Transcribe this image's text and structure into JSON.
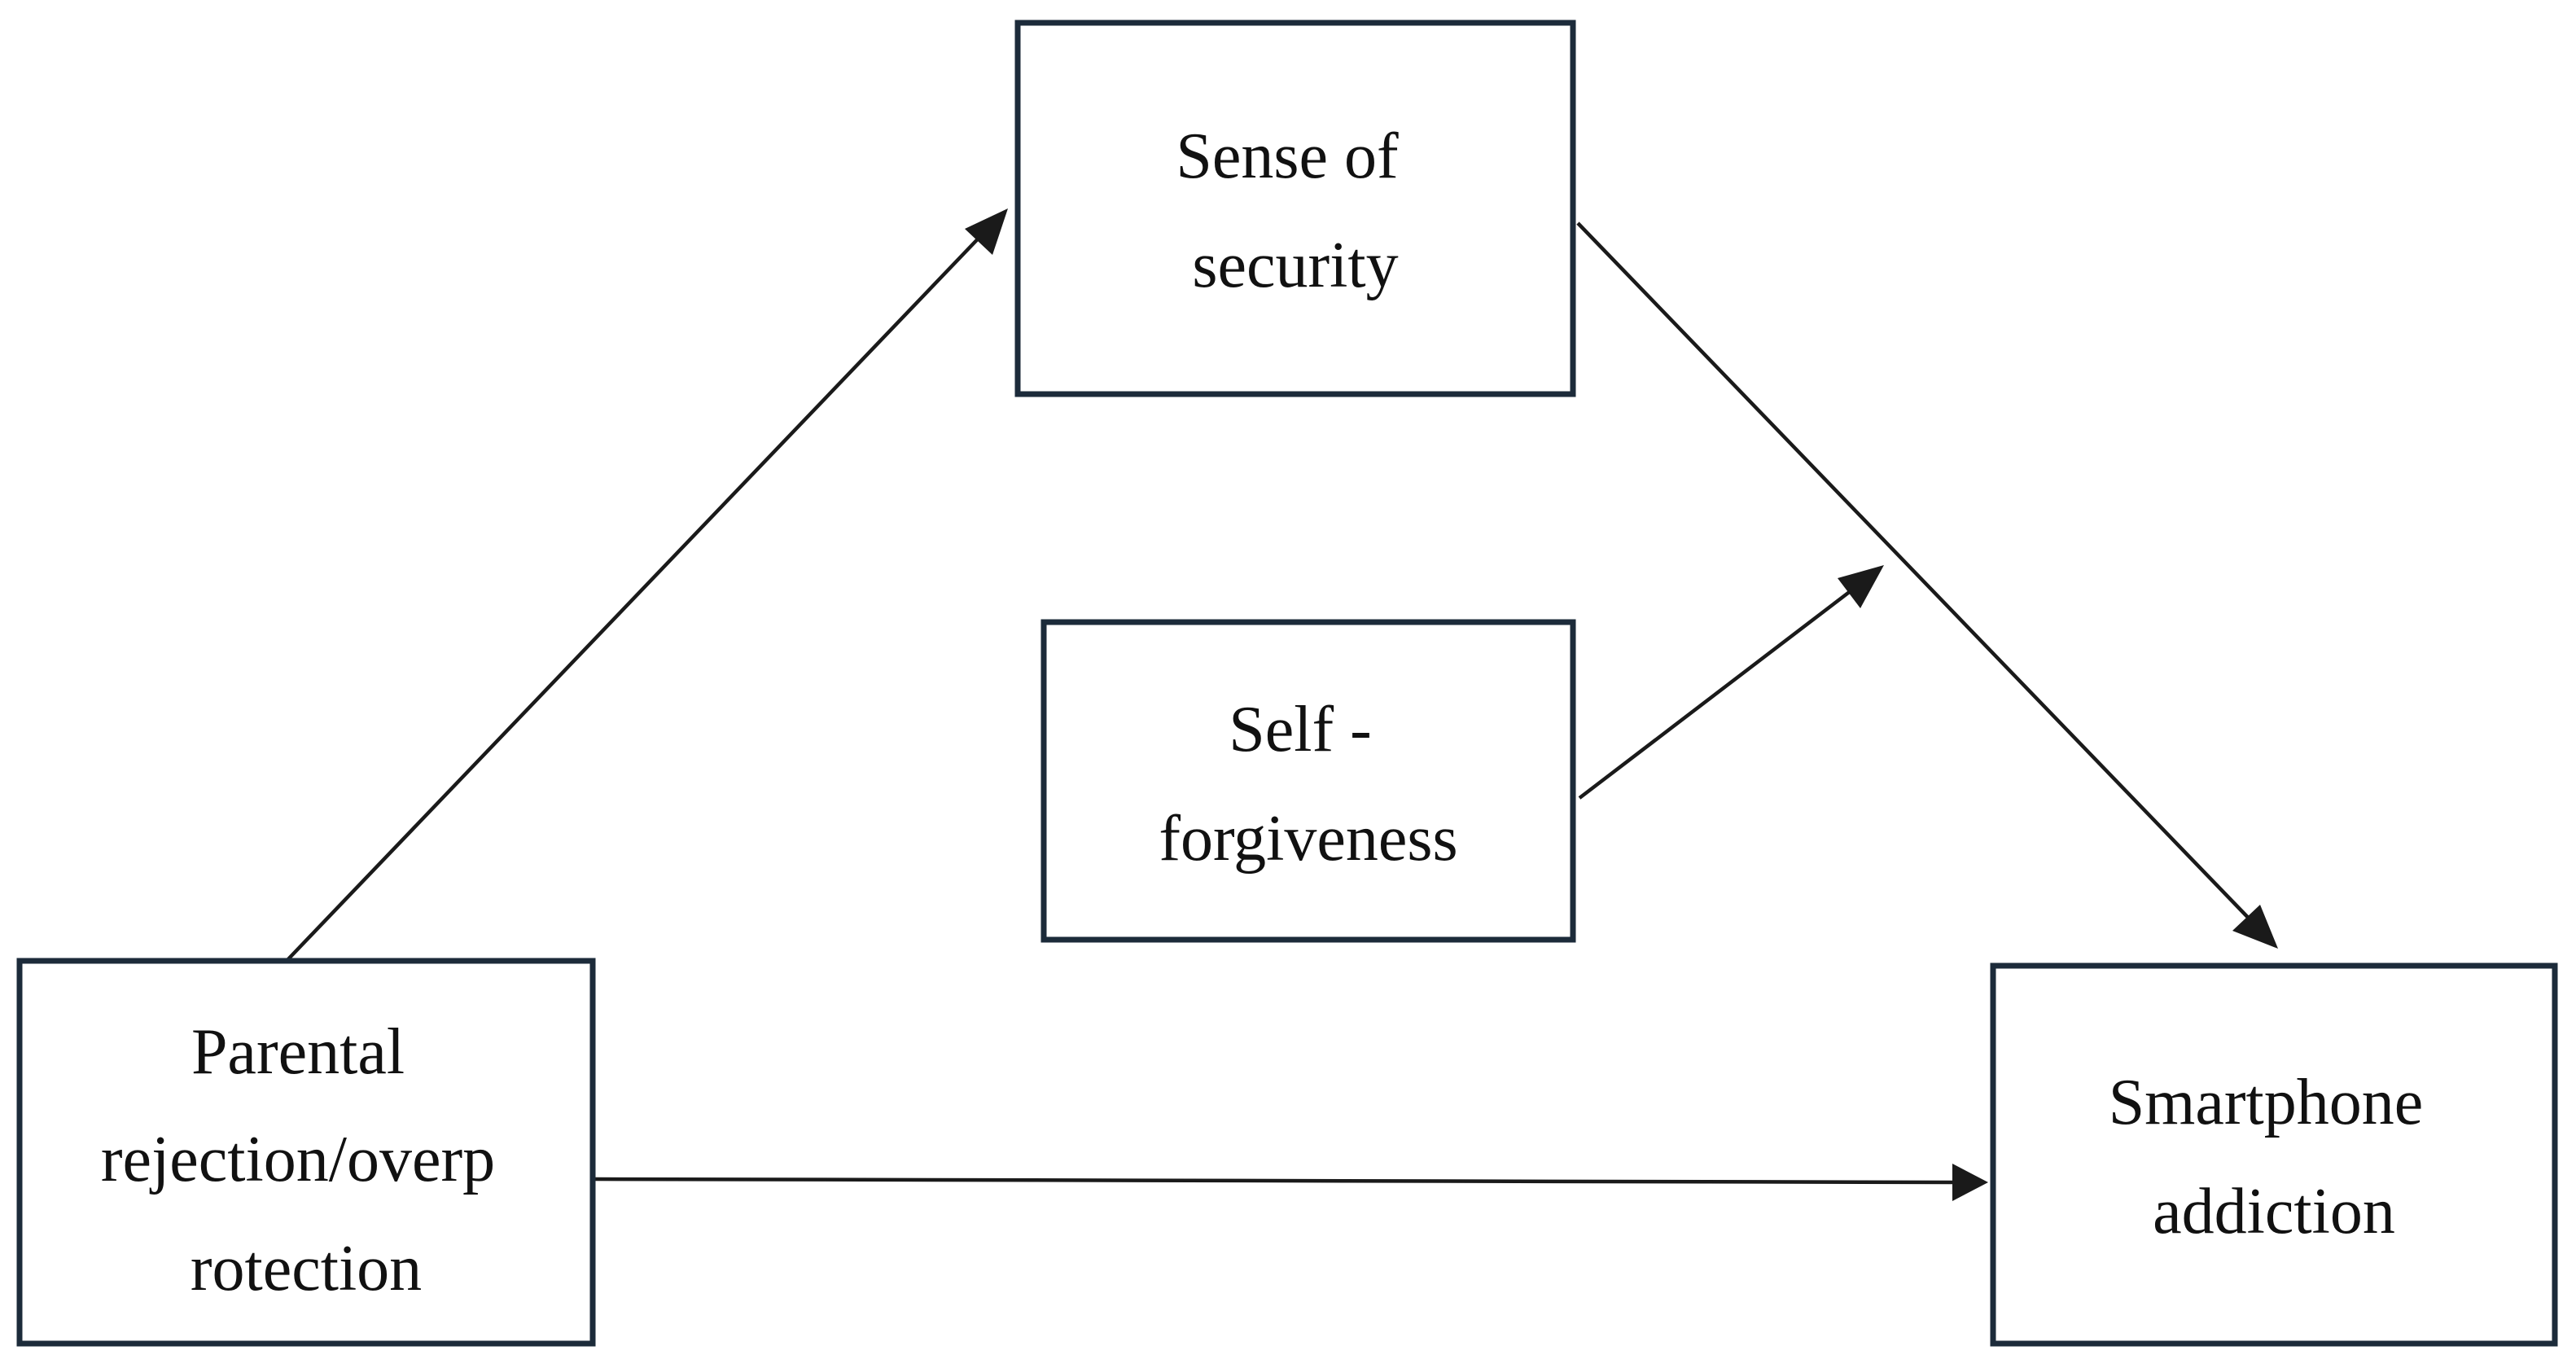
{
  "nodes": {
    "security": {
      "lines": [
        "Sense of",
        "security"
      ]
    },
    "forgiveness": {
      "lines": [
        "Self -",
        "forgiveness"
      ]
    },
    "parental": {
      "lines": [
        "Parental",
        "rejection/overp",
        "rotection"
      ]
    },
    "smartphone": {
      "lines": [
        "Smartphone",
        "addiction"
      ]
    }
  },
  "colors": {
    "box_border": "#1c2b3a",
    "text": "#111111",
    "arrow": "#1a1a1a"
  }
}
